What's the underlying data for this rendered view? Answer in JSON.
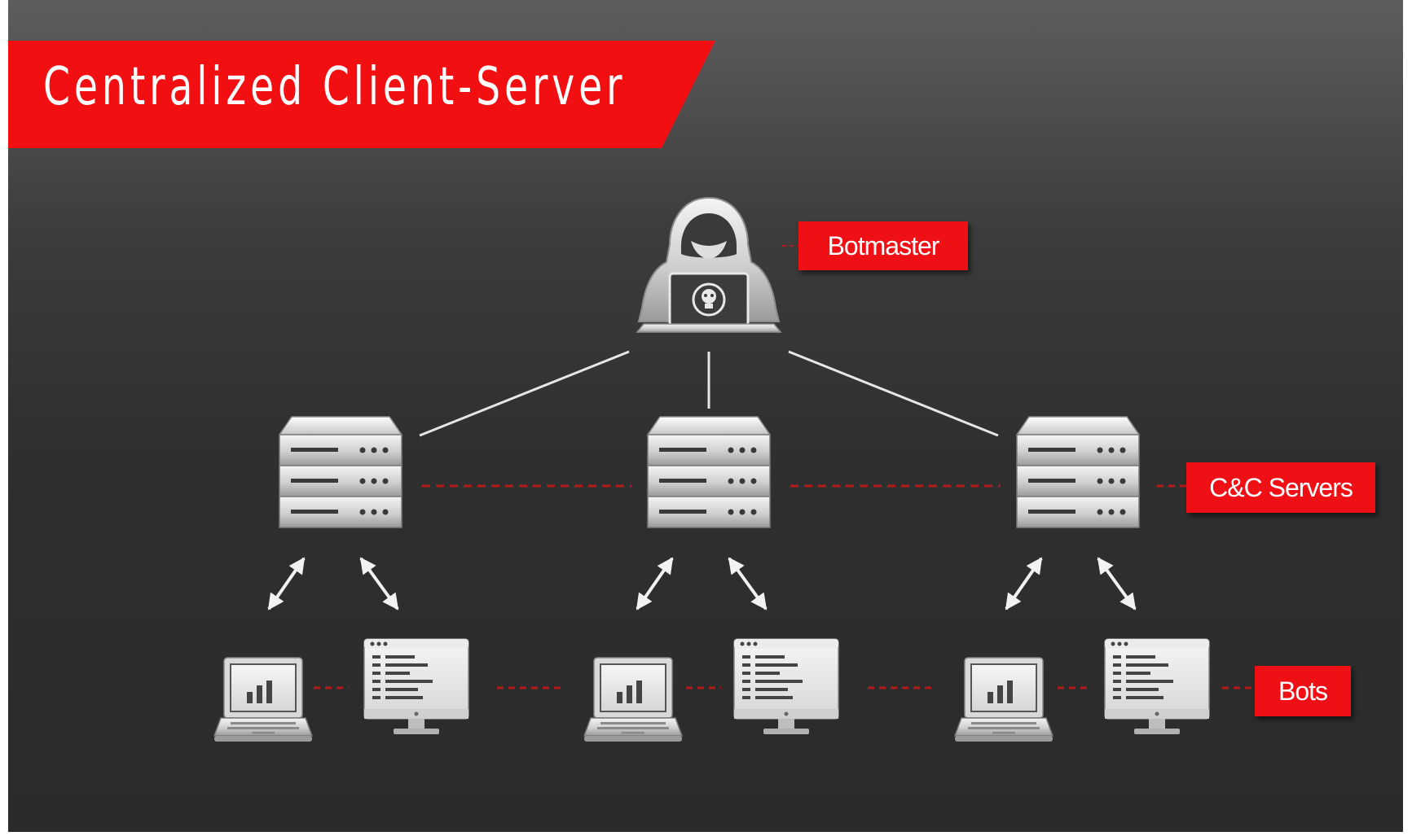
{
  "title": "Centralized Client-Server",
  "labels": {
    "botmaster": "Botmaster",
    "cc_servers": "C&C Servers",
    "bots": "Bots"
  },
  "colors": {
    "accent_red": "#f20f12",
    "background_top": "#5d5d5d",
    "background_bottom": "#2b2b2b",
    "line": "#e6e6e6",
    "dashed_link": "#b31a1a"
  },
  "icons": {
    "botmaster": "hooded-hacker-icon",
    "server": "server-rack-icon",
    "laptop": "laptop-icon",
    "monitor": "monitor-icon",
    "arrow": "bidirectional-arrow-icon"
  },
  "groups": [
    {
      "server": "C&C server 1",
      "bots": [
        "laptop",
        "monitor"
      ]
    },
    {
      "server": "C&C server 2",
      "bots": [
        "laptop",
        "monitor"
      ]
    },
    {
      "server": "C&C server 3",
      "bots": [
        "laptop",
        "monitor"
      ]
    }
  ]
}
